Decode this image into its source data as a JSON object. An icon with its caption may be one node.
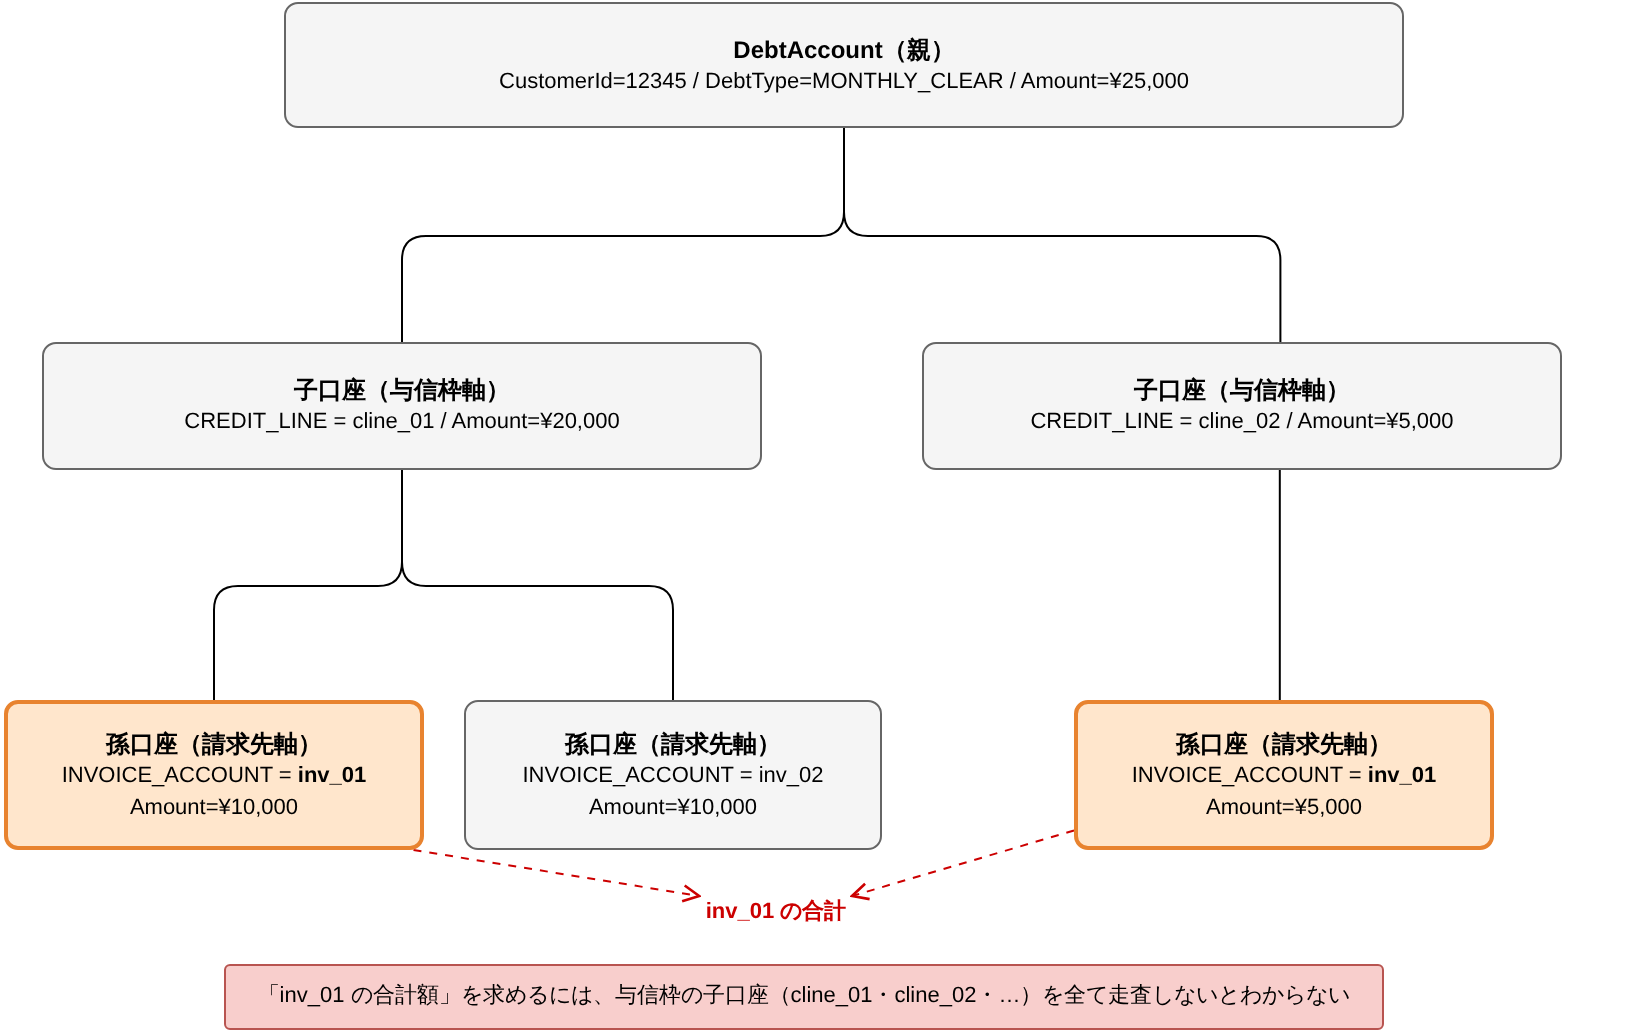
{
  "diagram": {
    "nodes": [
      {
        "text": [
          "DebtAccount（親）",
          "CustomerId=12345 / DebtType=MONTHLY_CLEAR / Amount=¥25,000"
        ]
      },
      {
        "text": [
          "子口座（与信枠軸）",
          "CREDIT_LINE = cline_01 / Amount=¥20,000"
        ]
      },
      {
        "text": [
          "子口座（与信枠軸）",
          "CREDIT_LINE = cline_02 / Amount=¥5,000"
        ]
      },
      {
        "text": [
          "孫口座（請求先軸）",
          "INVOICE_ACCOUNT = **inv_01**",
          "Amount=¥10,000"
        ]
      },
      {
        "text": [
          "孫口座（請求先軸）",
          "INVOICE_ACCOUNT = inv_02",
          "Amount=¥10,000"
        ]
      },
      {
        "text": [
          "孫口座（請求先軸）",
          "INVOICE_ACCOUNT = **inv_01**",
          "Amount=¥5,000"
        ]
      },
      {
        "text": [
          "inv_01 の合計"
        ]
      },
      {
        "text": [
          "「inv_01 の合計額」を求めるには、与信枠の子口座（cline_01・cline_02・…）を全て走査しないとわからない"
        ]
      }
    ],
    "edges": [
      {
        "from": 0,
        "to": 1,
        "arrow": "none"
      },
      {
        "from": 0,
        "to": 2,
        "arrow": "none"
      },
      {
        "from": 1,
        "to": 3,
        "arrow": "none"
      },
      {
        "from": 1,
        "to": 4,
        "arrow": "none"
      },
      {
        "from": 2,
        "to": 5,
        "arrow": "none"
      },
      {
        "from": 3,
        "to": 6,
        "arrow": "to",
        "style": "dashed",
        "color": "#cc0000"
      },
      {
        "from": 5,
        "to": 6,
        "arrow": "to",
        "style": "dashed",
        "color": "#cc0000"
      }
    ]
  }
}
